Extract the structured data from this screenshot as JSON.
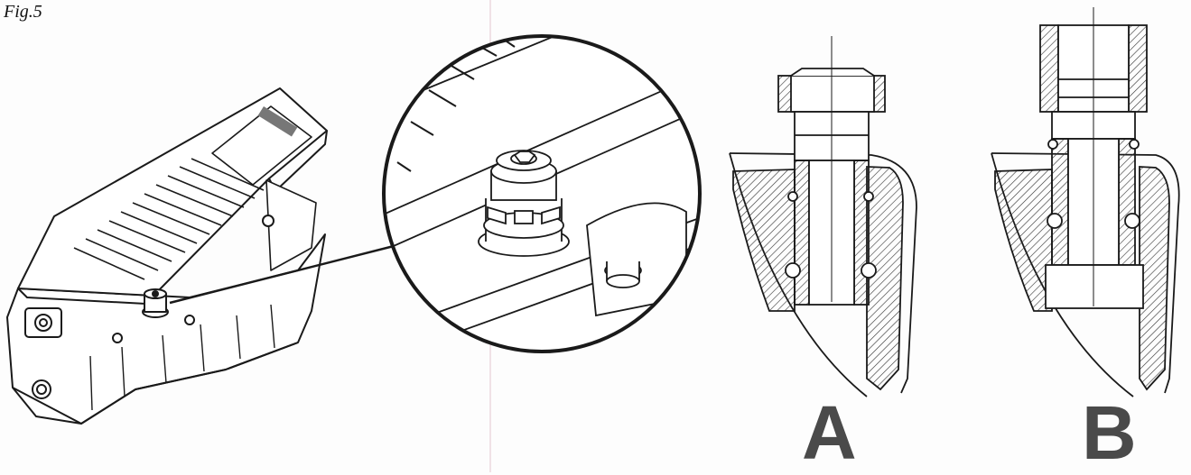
{
  "figure": {
    "label": "Fig.5"
  },
  "panels": {
    "a_label": "A",
    "b_label": "B"
  },
  "colors": {
    "line": "#1a1a1a",
    "background": "#fdfdfd",
    "label_gray": "#4a4a4a"
  }
}
